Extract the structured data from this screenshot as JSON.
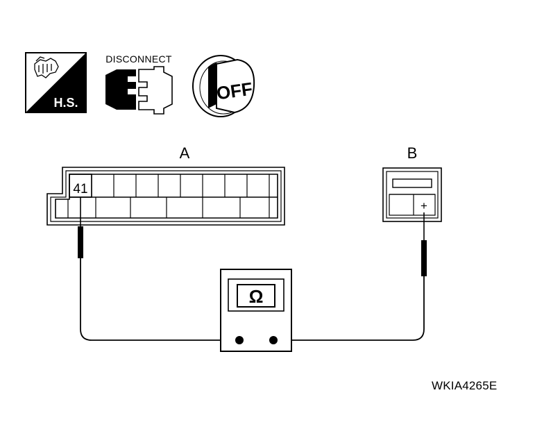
{
  "icons": {
    "hs": {
      "text": "H.S.",
      "icon": "harness-sensor-icon"
    },
    "disconnect": {
      "text": "DISCONNECT",
      "icon": "connector-disconnect-icon"
    },
    "ignition": {
      "text": "OFF",
      "icon": "ignition-key-off-icon"
    }
  },
  "connector_a": {
    "label": "A",
    "terminal": "41"
  },
  "connector_b": {
    "label": "B",
    "terminal": "+"
  },
  "meter": {
    "symbol": "Ω",
    "icon": "ohmmeter-icon"
  },
  "figure_code": "WKIA4265E",
  "colors": {
    "line": "#000000",
    "background": "#ffffff",
    "icon_fill": "#000000"
  }
}
